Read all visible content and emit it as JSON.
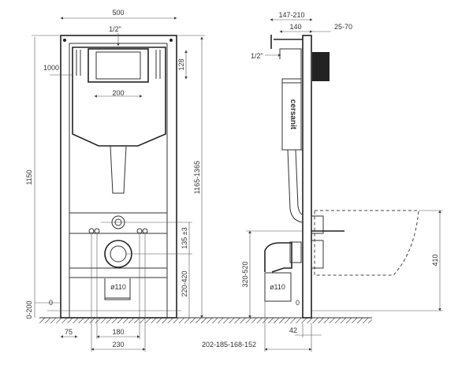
{
  "front_view": {
    "width_label": "500",
    "height_label": "1150",
    "adjust_height_label": "1165-1365",
    "water_inlet_label": "1/2\"",
    "inlet_height_label": "1000",
    "plate_width_label": "200",
    "plate_height_label": "128",
    "connection_height_label": "135 ±3",
    "drain_height_label": "220-420",
    "drain_diameter_label": "ø110",
    "floor_adjust_label": "0-200",
    "zero_level_label": "0",
    "foot_width_label": "75",
    "bolt_spacing_inner_label": "180",
    "bolt_spacing_outer_label": "230"
  },
  "side_view": {
    "depth_range_label": "147-210",
    "depth_label": "140",
    "wall_label": "25-70",
    "water_inlet_label": "1/2\"",
    "brand_label": "cersanit",
    "drain_center_label": "320-520",
    "drain_diameter_label": "ø110",
    "zero_level_label": "0",
    "bowl_height_label": "410",
    "offset_label": "42",
    "distance_label": "202-185-168-152"
  }
}
